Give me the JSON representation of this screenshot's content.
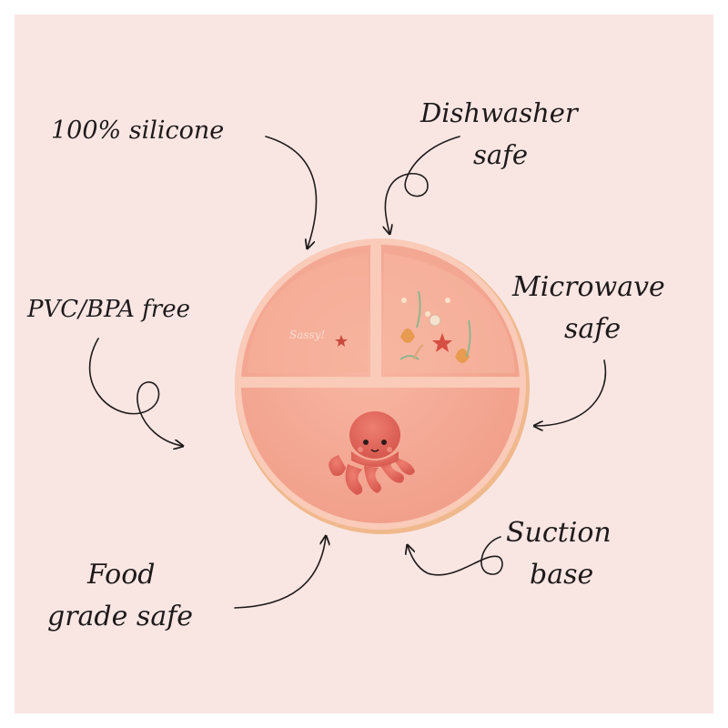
{
  "labels": {
    "silicone": "100% silicone",
    "dishwasher_line1": "Dishwasher",
    "dishwasher_line2": "safe",
    "pvc": "PVC/BPA free",
    "microwave_line1": "Microwave",
    "microwave_line2": "safe",
    "suction_line1": "Suction",
    "suction_line2": "base",
    "food_line1": "Food",
    "food_line2": "grade safe"
  },
  "plate": {
    "brand_text": "Sassy!",
    "icons": [
      "octopus-icon",
      "starfish-icon",
      "seaweed-pattern",
      "shell-icon"
    ]
  },
  "colors": {
    "background": "#f9e6e3",
    "plate_rim": "#f7c4b2",
    "plate_fill": "#f5a892",
    "octopus": "#e56a5e",
    "ink": "#1f1a1a"
  }
}
